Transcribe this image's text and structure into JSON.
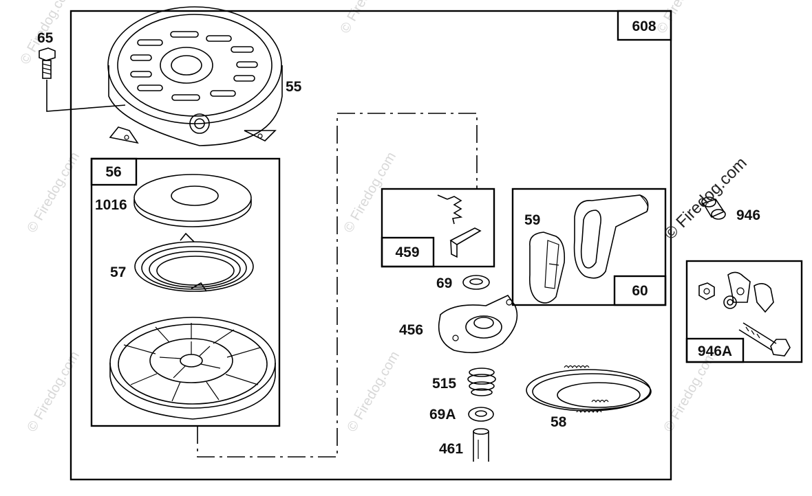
{
  "watermark": "© Firedog.com",
  "labels": {
    "assembly_608": "608",
    "screw_65": "65",
    "housing_55": "55",
    "pulley_kit_56": "56",
    "cup_1016": "1016",
    "spring_57": "57",
    "pawl_kit_459": "459",
    "washer_69": "69",
    "retainer_456": "456",
    "spring_515": "515",
    "washer_69a": "69A",
    "screw_461": "461",
    "rope_58": "58",
    "insert_59": "59",
    "handle_60": "60",
    "bushing_946": "946",
    "kit_946a": "946A"
  },
  "colors": {
    "line": "#000000",
    "background": "#ffffff",
    "watermark": "#d8d8d8"
  }
}
